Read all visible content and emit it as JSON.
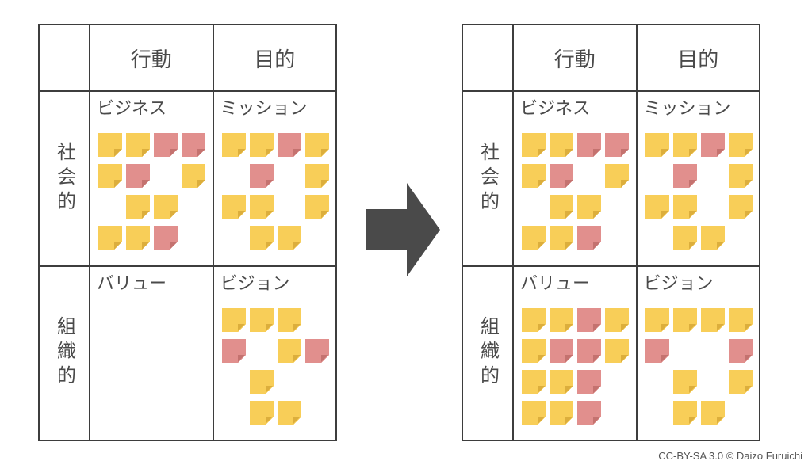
{
  "caption": "CC-BY-SA 3.0 © Daizo Furuichi",
  "colors": {
    "yellow": "#F8CE58",
    "yellow_fold": "#DCAE3C",
    "pink": "#E18F8D",
    "pink_fold": "#C4726F",
    "border": "#3D3D3D",
    "text": "#4A4A4A",
    "arrow": "#4A4A4A"
  },
  "icons": {
    "arrow": "right-arrow"
  },
  "col_headers": [
    "行動",
    "目的"
  ],
  "row_headers": [
    "社会的",
    "組織的"
  ],
  "tables": [
    {
      "name": "before",
      "cells": [
        {
          "label": "ビジネス",
          "notes": [
            "yypp",
            "yp.y",
            ".yy.",
            "yyp."
          ]
        },
        {
          "label": "ミッション",
          "notes": [
            "yypy",
            ".p.y",
            "yy.y",
            ".yy."
          ]
        },
        {
          "label": "バリュー",
          "notes": []
        },
        {
          "label": "ビジョン",
          "notes": [
            "yyy.",
            "p.yp",
            ".y..",
            ".yy."
          ]
        }
      ]
    },
    {
      "name": "after",
      "cells": [
        {
          "label": "ビジネス",
          "notes": [
            "yypp",
            "yp.y",
            ".yy.",
            "yyp."
          ]
        },
        {
          "label": "ミッション",
          "notes": [
            "yypy",
            ".p.y",
            "yy.y",
            ".yy."
          ]
        },
        {
          "label": "バリュー",
          "notes": [
            "yypy",
            "yppy",
            "yyp.",
            "yyp."
          ]
        },
        {
          "label": "ビジョン",
          "notes": [
            "yyyy",
            "p..p",
            ".y.y",
            ".yy."
          ]
        }
      ]
    }
  ]
}
